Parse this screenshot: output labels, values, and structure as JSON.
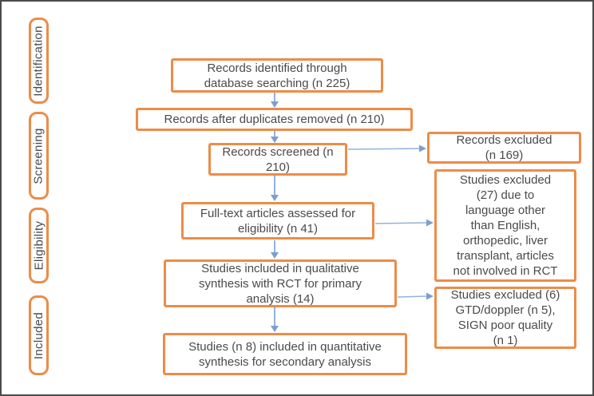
{
  "colors": {
    "box_border": "#ec8c48",
    "text": "#4a4a4a",
    "arrow_line": "#93b2da",
    "arrow_head": "#7b9fd0",
    "frame_border": "#4b4b4b",
    "background": "#ffffff"
  },
  "stages": [
    {
      "label": "Identification"
    },
    {
      "label": "Screening"
    },
    {
      "label": "Eligibility"
    },
    {
      "label": "Included"
    }
  ],
  "boxes": {
    "records_identified": {
      "text": "Records identified through\ndatabase searching (n 225)"
    },
    "duplicates_removed": {
      "text": "Records after duplicates removed (n 210)"
    },
    "records_screened": {
      "text": "Records screened (n\n210)"
    },
    "records_excluded": {
      "text": "Records excluded\n(n 169)"
    },
    "fulltext_assessed": {
      "text": "Full-text articles assessed for\neligibility (n 41)"
    },
    "studies_excluded_fulltext": {
      "text": "Studies excluded\n(27) due to\nlanguage other\nthan English,\northopedic, liver\ntransplant, articles\nnot involved in RCT"
    },
    "qualitative_included": {
      "text": "Studies included in qualitative\nsynthesis with RCT for primary\nanalysis (14)"
    },
    "studies_excluded_qualitative": {
      "text": "Studies excluded (6)\nGTD/doppler (n 5),\nSIGN poor quality\n(n 1)"
    },
    "quantitative_included": {
      "text": "Studies (n 8) included in quantitative\nsynthesis for secondary analysis"
    }
  }
}
